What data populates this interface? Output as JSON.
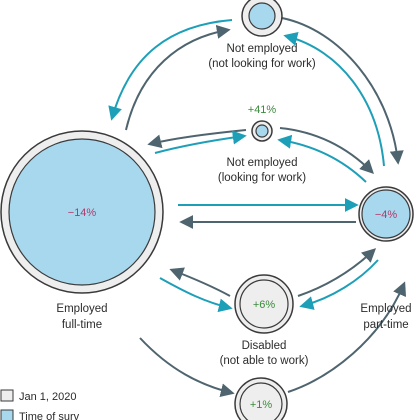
{
  "colors": {
    "outer_circle": "#eeeeee",
    "outer_stroke": "#3a3a3a",
    "inner_fill": "#a8d8ee",
    "arrow_teal": "#1e9fb8",
    "arrow_slate": "#4e646e",
    "positive": "#3c8a3c",
    "negative": "#b03a6a"
  },
  "nodes": {
    "not_employed_nlf": {
      "line1": "Not employed",
      "line2": "(not looking for work)",
      "change": ""
    },
    "not_employed_lf": {
      "line1": "Not employed",
      "line2": "(looking for work)",
      "change": "+41%"
    },
    "employed_ft": {
      "line1": "Employed",
      "line2": "full-time",
      "change": "−14%"
    },
    "employed_pt": {
      "line1": "Employed",
      "line2": "part-time",
      "change": "−4%"
    },
    "disabled": {
      "line1": "Disabled",
      "line2": "(not able to work)",
      "change": "+6%"
    },
    "bottom_node": {
      "change": "+1%"
    }
  },
  "legend": {
    "item1": "Jan 1, 2020",
    "item2": "Time of surv"
  }
}
